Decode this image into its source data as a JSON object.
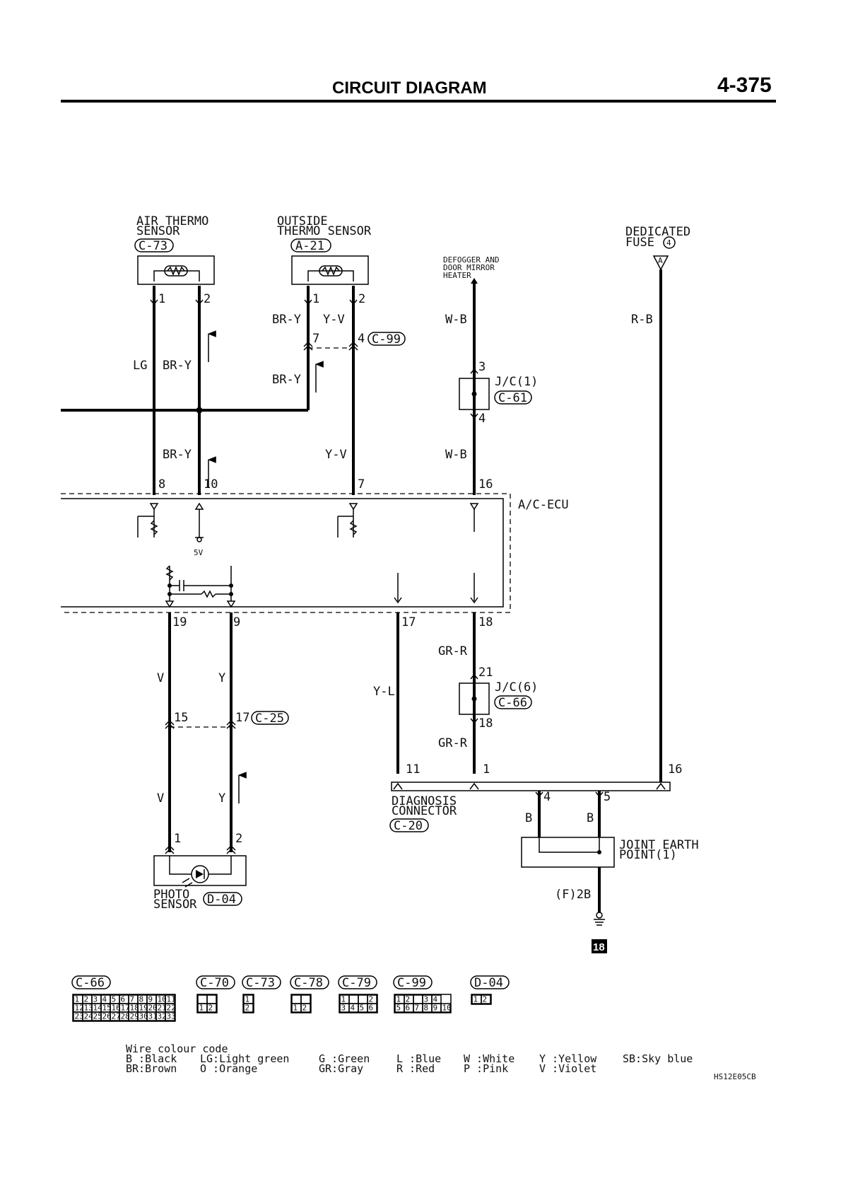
{
  "header": {
    "title": "CIRCUIT DIAGRAM",
    "page_number": "4-375"
  },
  "components": {
    "air_thermo": {
      "line1": "AIR THERMO",
      "line2": "SENSOR",
      "connector": "C-73",
      "pin1": "1",
      "pin2": "2"
    },
    "outside_thermo": {
      "line1": "OUTSIDE",
      "line2": "THERMO SENSOR",
      "connector": "A-21",
      "pin1": "1",
      "pin2": "2"
    },
    "defogger": {
      "line1": "DEFOGGER AND",
      "line2": "DOOR MIRROR",
      "line3": "HEATER"
    },
    "dedicated_fuse": {
      "line1": "DEDICATED",
      "line2": "FUSE",
      "number": "4",
      "terminal": "A"
    },
    "jc1": {
      "label": "J/C(1)",
      "connector": "C-61",
      "pin_top": "3",
      "pin_bottom": "4"
    },
    "jc6": {
      "label": "J/C(6)",
      "connector": "C-66",
      "pin_top": "21",
      "pin_bottom": "18"
    },
    "ecu": {
      "label": "A/C-ECU",
      "pins_top": [
        "8",
        "10",
        "7",
        "16"
      ],
      "pins_bottom": [
        "19",
        "9",
        "17",
        "18"
      ],
      "voltage": "5V"
    },
    "c99": {
      "connector": "C-99",
      "pin_left": "7",
      "pin_right": "4"
    },
    "c25": {
      "connector": "C-25",
      "pin_left": "15",
      "pin_right": "17"
    },
    "photo": {
      "line1": "PHOTO",
      "line2": "SENSOR",
      "connector": "D-04",
      "pin1": "1",
      "pin2": "2"
    },
    "diag": {
      "line1": "DIAGNOSIS",
      "line2": "CONNECTOR",
      "connector": "C-20",
      "pins": [
        "11",
        "1",
        "16"
      ],
      "pin4": "4",
      "pin5": "5"
    },
    "joint_earth": {
      "line1": "JOINT EARTH",
      "line2": "POINT(1)",
      "ground_label": "(F)2B",
      "ground_number": "18"
    }
  },
  "wire_labels": {
    "lg": "LG",
    "bry_a": "BR-Y",
    "bry_b": "BR-Y",
    "bry_c": "BR-Y",
    "bry_d": "BR-Y",
    "yv_a": "Y-V",
    "yv_b": "Y-V",
    "wb_a": "W-B",
    "wb_b": "W-B",
    "rb": "R-B",
    "v_a": "V",
    "y_a": "Y",
    "v_b": "V",
    "y_b": "Y",
    "yl": "Y-L",
    "grr_a": "GR-R",
    "grr_b": "GR-R",
    "b_a": "B",
    "b_b": "B"
  },
  "connector_legend": [
    {
      "name": "C-66",
      "rows": [
        [
          "1",
          "2",
          "3",
          "4",
          "5",
          "6",
          "7",
          "8",
          "9",
          "10",
          "11"
        ],
        [
          "12",
          "13",
          "14",
          "15",
          "16",
          "17",
          "18",
          "19",
          "20",
          "21",
          "22"
        ],
        [
          "23",
          "24",
          "25",
          "26",
          "27",
          "28",
          "29",
          "30",
          "31",
          "32",
          "33"
        ]
      ]
    },
    {
      "name": "C-70",
      "rows": [
        [
          "",
          ""
        ],
        [
          "1",
          "2"
        ]
      ]
    },
    {
      "name": "C-73",
      "rows": [
        [
          "1"
        ],
        [
          "2"
        ]
      ]
    },
    {
      "name": "C-78",
      "rows": [
        [
          "",
          ""
        ],
        [
          "1",
          "2"
        ]
      ]
    },
    {
      "name": "C-79",
      "rows": [
        [
          "1",
          "",
          "",
          "2"
        ],
        [
          "3",
          "4",
          "5",
          "6"
        ]
      ]
    },
    {
      "name": "C-99",
      "rows": [
        [
          "1",
          "2",
          "",
          "3",
          "4"
        ],
        [
          "5",
          "6",
          "7",
          "8",
          "9",
          "10"
        ]
      ]
    },
    {
      "name": "D-04",
      "rows": [
        [
          "1",
          "2"
        ]
      ]
    }
  ],
  "wire_codes": {
    "title": "Wire colour code",
    "entries": [
      [
        "B :Black",
        "BR:Brown"
      ],
      [
        "LG:Light green",
        "O :Orange"
      ],
      [
        "G :Green",
        "GR:Gray"
      ],
      [
        "L :Blue",
        "R :Red"
      ],
      [
        "W :White",
        "P :Pink"
      ],
      [
        "Y :Yellow",
        "V :Violet"
      ],
      [
        "SB:Sky blue",
        ""
      ]
    ]
  },
  "footer_code": "HS12E05CB"
}
